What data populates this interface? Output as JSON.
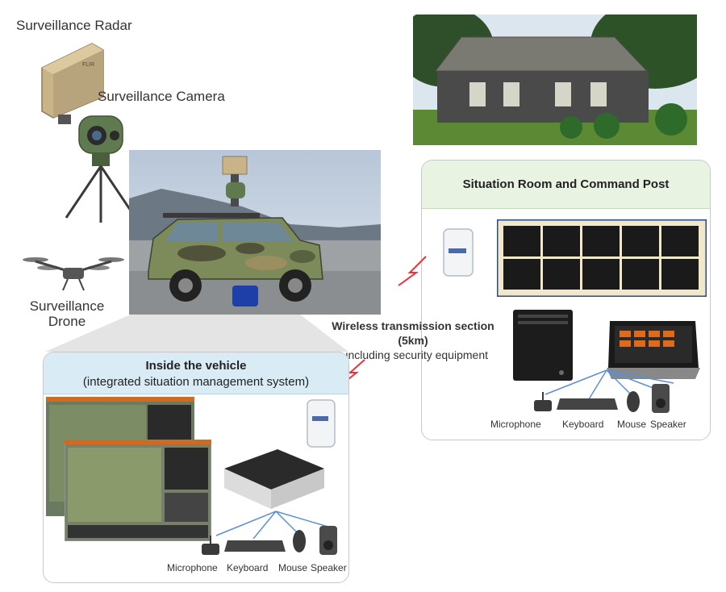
{
  "labels": {
    "radar": "Surveillance Radar",
    "camera": "Surveillance Camera",
    "drone_line1": "Surveillance",
    "drone_line2": "Drone",
    "wireless_line1": "Wireless transmission section",
    "wireless_line2": "(5km)",
    "wireless_line3": "* including security equipment"
  },
  "situation_room": {
    "title": "Situation Room and Command Post",
    "peripherals": [
      "Microphone",
      "Keyboard",
      "Mouse",
      "Speaker"
    ]
  },
  "vehicle_panel": {
    "title_line1": "Inside the vehicle",
    "title_line2": "(integrated situation management system)",
    "peripherals": [
      "Microphone",
      "Keyboard",
      "Mouse",
      "Speaker"
    ]
  },
  "colors": {
    "situation_header": "#e8f3e2",
    "vehicle_header": "#d9ecf5",
    "signal_red": "#e8333c",
    "wire_blue": "#5b8fd6"
  },
  "icons": [
    "radar-icon",
    "camera-icon",
    "drone-icon",
    "vehicle-photo",
    "building-photo",
    "router-icon",
    "video-wall-icon",
    "desktop-pc-icon",
    "touch-monitor-icon",
    "mini-pc-icon",
    "microphone-icon",
    "keyboard-icon",
    "mouse-icon",
    "speaker-icon",
    "lightning-icon"
  ]
}
